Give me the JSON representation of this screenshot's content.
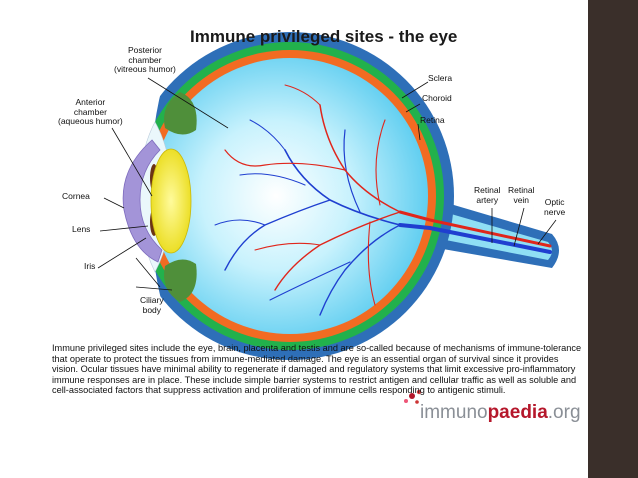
{
  "title": "Immune privileged sites - the eye",
  "labels": {
    "posterior_chamber": "Posterior\nchamber\n(vitreous humor)",
    "anterior_chamber": "Anterior\nchamber\n(aqueous humor)",
    "sclera": "Sclera",
    "choroid": "Choroid",
    "retina": "Retina",
    "cornea": "Cornea",
    "lens": "Lens",
    "iris": "Iris",
    "ciliary_body": "Ciliary\nbody",
    "retinal_artery": "Retinal\nartery",
    "retinal_vein": "Retinal\nvein",
    "optic_nerve": "Optic\nnerve"
  },
  "caption": "Immune privileged sites include the eye, brain, placenta and testis and are so-called because of mechanisms of immune-tolerance that operate to protect the tissues from immune-mediated damage. The eye is an essential organ of survival since it provides vision. Ocular tissues have minimal ability to regenerate if damaged and regulatory systems that limit excessive pro-inflammatory immune responses are in place. These include simple barrier systems to restrict antigen and cellular traffic as well as soluble and cell-associated factors that suppress activation and proliferation of immune cells responding to antigenic stimuli.",
  "logo": {
    "part1": "immuno",
    "part2": "paedia",
    "part3": ".org"
  },
  "colors": {
    "sclera": "#2e6fb8",
    "choroid_green": "#22b14c",
    "choroid_orange": "#f26b22",
    "vitreous": "#9be6f8",
    "lens": "#f4ec1e",
    "artery": "#e0261c",
    "vein": "#1f3fd0",
    "ciliary": "#4f8f3a",
    "side_bar": "#3a2f2a",
    "logo_red": "#b5172b"
  }
}
